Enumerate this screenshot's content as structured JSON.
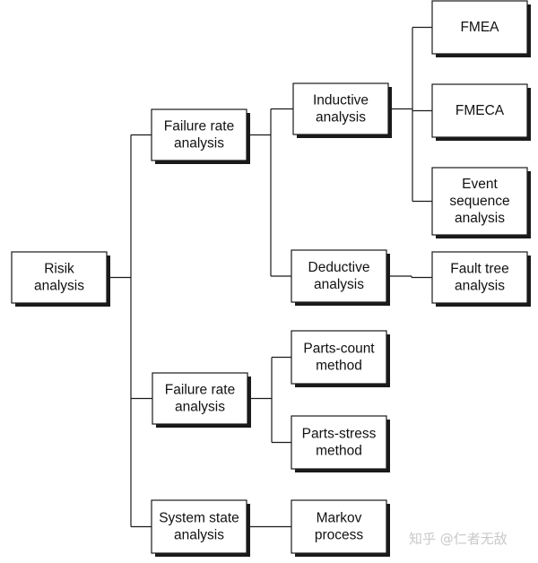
{
  "diagram": {
    "nodes": [
      {
        "id": "risk",
        "lines": [
          "Risik",
          "analysis"
        ]
      },
      {
        "id": "frate1",
        "lines": [
          "Failure rate",
          "analysis"
        ]
      },
      {
        "id": "inductive",
        "lines": [
          "Inductive",
          "analysis"
        ]
      },
      {
        "id": "fmea",
        "lines": [
          "FMEA"
        ]
      },
      {
        "id": "fmeca",
        "lines": [
          "FMECA"
        ]
      },
      {
        "id": "eventseq",
        "lines": [
          "Event",
          "sequence",
          "analysis"
        ]
      },
      {
        "id": "deductive",
        "lines": [
          "Deductive",
          "analysis"
        ]
      },
      {
        "id": "faulttree",
        "lines": [
          "Fault tree",
          "analysis"
        ]
      },
      {
        "id": "frate2",
        "lines": [
          "Failure rate",
          "analysis"
        ]
      },
      {
        "id": "partscount",
        "lines": [
          "Parts-count",
          "method"
        ]
      },
      {
        "id": "partsstress",
        "lines": [
          "Parts-stress",
          "method"
        ]
      },
      {
        "id": "systemstate",
        "lines": [
          "System state",
          "analysis"
        ]
      },
      {
        "id": "markov",
        "lines": [
          "Markov",
          "process"
        ]
      }
    ],
    "edges": [
      [
        "risk",
        "frate1"
      ],
      [
        "risk",
        "frate2"
      ],
      [
        "risk",
        "systemstate"
      ],
      [
        "frate1",
        "inductive"
      ],
      [
        "frate1",
        "deductive"
      ],
      [
        "inductive",
        "fmea"
      ],
      [
        "inductive",
        "fmeca"
      ],
      [
        "inductive",
        "eventseq"
      ],
      [
        "deductive",
        "faulttree"
      ],
      [
        "frate2",
        "partscount"
      ],
      [
        "frate2",
        "partsstress"
      ],
      [
        "systemstate",
        "markov"
      ]
    ]
  },
  "watermark": "知乎 @仁者无敌"
}
